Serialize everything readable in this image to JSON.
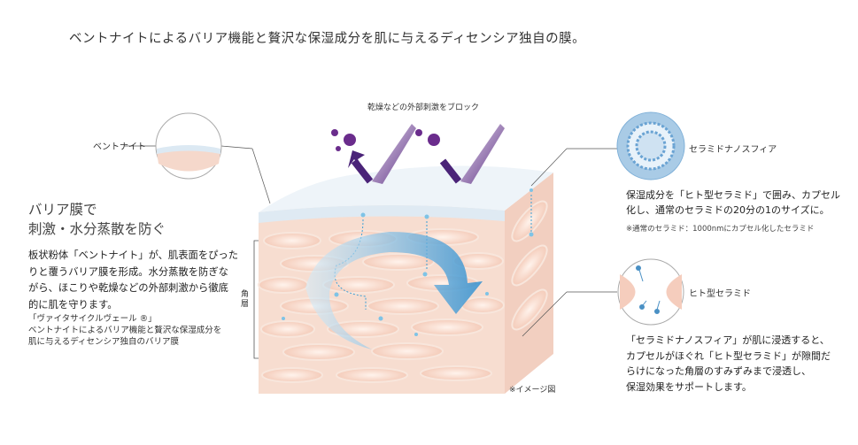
{
  "title": "ベントナイトによるバリア機能と贅沢な保湿成分を肌に与えるディセンシア独自の膜。",
  "left": {
    "headline": [
      "バリア膜で",
      "刺激・水分蒸散を防ぐ"
    ],
    "body": [
      "板状粉体「ベントナイト」が、肌表面をぴった",
      "りと覆うバリア膜を形成。水分蒸散を防ぎな",
      "がら、ほこりや乾燥などの外部刺激から徹底",
      "的に肌を守ります。"
    ],
    "note": [
      "「ヴァイタサイクルヴェール ®」",
      "ベントナイトによるバリア機能と贅沢な保湿成分を",
      "肌に与えるディセンシア独自のバリア膜"
    ]
  },
  "diagram": {
    "bentonite_label": "ベントナイト",
    "block_label": "乾燥などの外部刺激をブロック",
    "stratum_label": "角層",
    "image_note": "※イメージ図"
  },
  "ceramide_nano": {
    "label": "セラミドナノスフィア",
    "text": [
      "保湿成分を「ヒト型セラミド」で囲み、カプセル",
      "化し、通常のセラミドの20分の1のサイズに。"
    ],
    "note": "※通常のセラミド：1000nmにカプセル化したセラミド"
  },
  "human_ceramide": {
    "label": "ヒト型セラミド",
    "text": [
      "「セラミドナノスフィア」が肌に浸透すると、",
      "カプセルがほぐれ「ヒト型セラミド」が隙間だ",
      "らけになった角層のすみずみまで浸透し、",
      "保湿効果をサポートします。"
    ]
  },
  "colors": {
    "arrow": "#4aa3d8",
    "skin": "#f6d6c8",
    "purple": "#5a2d82"
  }
}
